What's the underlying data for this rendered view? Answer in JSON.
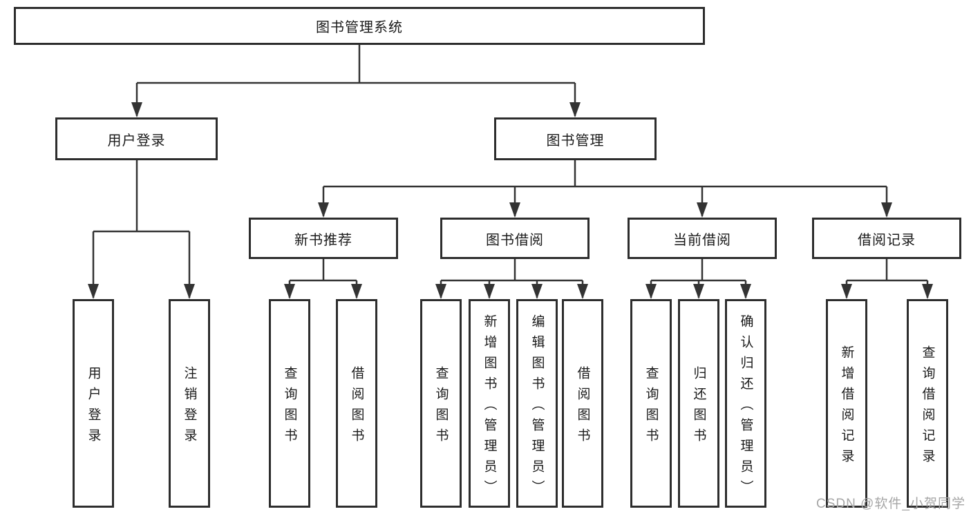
{
  "diagram": {
    "root": "图书管理系统",
    "children": [
      {
        "label": "用户登录",
        "children": [
          "用户登录",
          "注销登录"
        ]
      },
      {
        "label": "图书管理",
        "children": [
          {
            "label": "新书推荐",
            "children": [
              "查询图书",
              "借阅图书"
            ]
          },
          {
            "label": "图书借阅",
            "children": [
              "查询图书",
              "新增图书（管理员）",
              "编辑图书（管理员）",
              "借阅图书"
            ]
          },
          {
            "label": "当前借阅",
            "children": [
              "查询图书",
              "归还图书",
              "确认归还（管理员）"
            ]
          },
          {
            "label": "借阅记录",
            "children": [
              "新增借阅记录",
              "查询借阅记录"
            ]
          }
        ]
      }
    ]
  },
  "watermark": "CSDN @软件_小贺同学",
  "colors": {
    "background": "#ffffff",
    "node_border": "#2d2d2d",
    "connector_line": "#333333",
    "text": "#1a1a1a",
    "watermark_text": "#a6a6a6"
  }
}
